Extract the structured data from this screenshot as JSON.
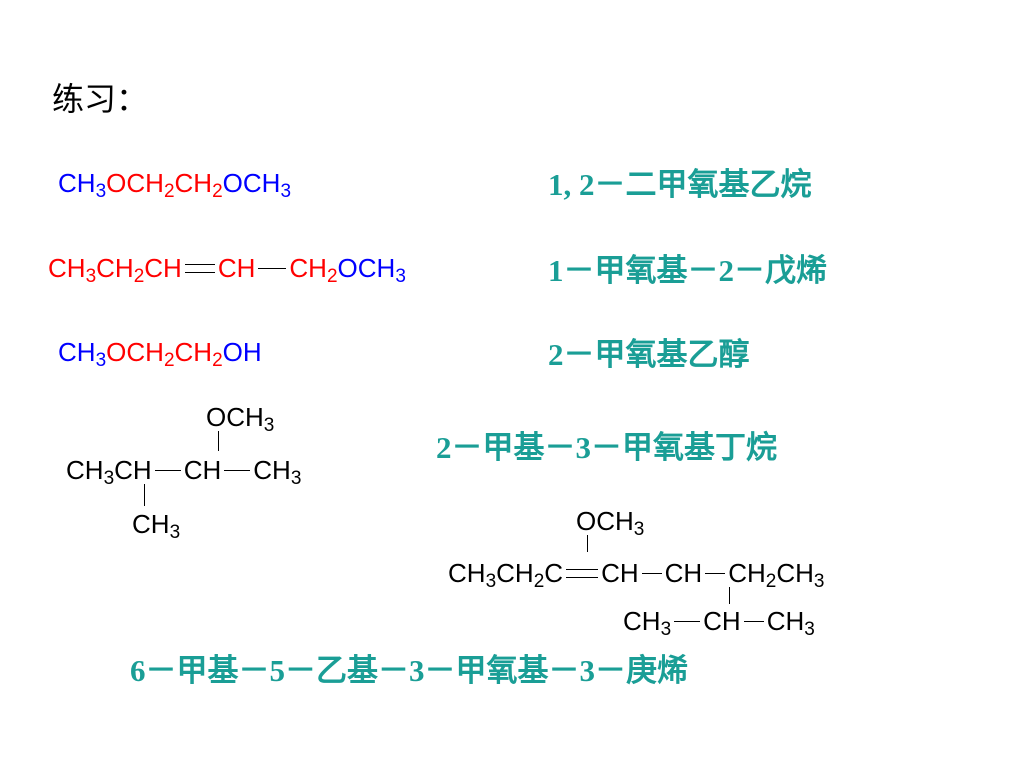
{
  "title": "练习：",
  "colors": {
    "blue": "#0000ff",
    "red": "#ff0000",
    "black": "#000000",
    "name": "#1a9e96"
  },
  "f1": {
    "ch3a": "CH",
    "s1": "3",
    "o1": "O",
    "ch2a": "CH",
    "s2": "2",
    "ch2b": "CH",
    "s3": "2",
    "o2": "O",
    "ch3b": "CH",
    "s4": "3"
  },
  "f2": {
    "ch3a": "CH",
    "s1": "3",
    "ch2a": "CH",
    "s2": "2",
    "ch": "CH",
    "ch2": "CH",
    "ch2b": "CH",
    "s3": "2",
    "o": "O",
    "ch3b": "CH",
    "s4": "3"
  },
  "f3": {
    "ch3": "CH",
    "s1": "3",
    "o1": "O",
    "ch2a": "CH",
    "s2": "2",
    "ch2b": "CH",
    "s3": "2",
    "oh": "OH"
  },
  "f4": {
    "top": "OCH",
    "top_s": "3",
    "main_a": "CH",
    "main_a_s": "3",
    "main_b": "CH",
    "main_c": "CH",
    "main_d": "CH",
    "main_d_s": "3",
    "bottom": "CH",
    "bottom_s": "3"
  },
  "f5": {
    "top": "OCH",
    "top_s": "3",
    "p1": "CH",
    "p1_s": "3",
    "p2": "CH",
    "p2_s": "2",
    "p3": "C",
    "p4": "CH",
    "p5": "CH",
    "p6": "CH",
    "p6_s": "2",
    "p7": "CH",
    "p7_s": "3",
    "b1": "CH",
    "b1_s": "3",
    "b2": "CH",
    "b3": "CH",
    "b3_s": "3"
  },
  "names": {
    "n1": "1, 2－二甲氧基乙烷",
    "n2": "1－甲氧基－2－戊烯",
    "n3": "2－甲氧基乙醇",
    "n4": "2－甲基－3－甲氧基丁烷",
    "n5": "6－甲基－5－乙基－3－甲氧基－3－庚烯"
  }
}
